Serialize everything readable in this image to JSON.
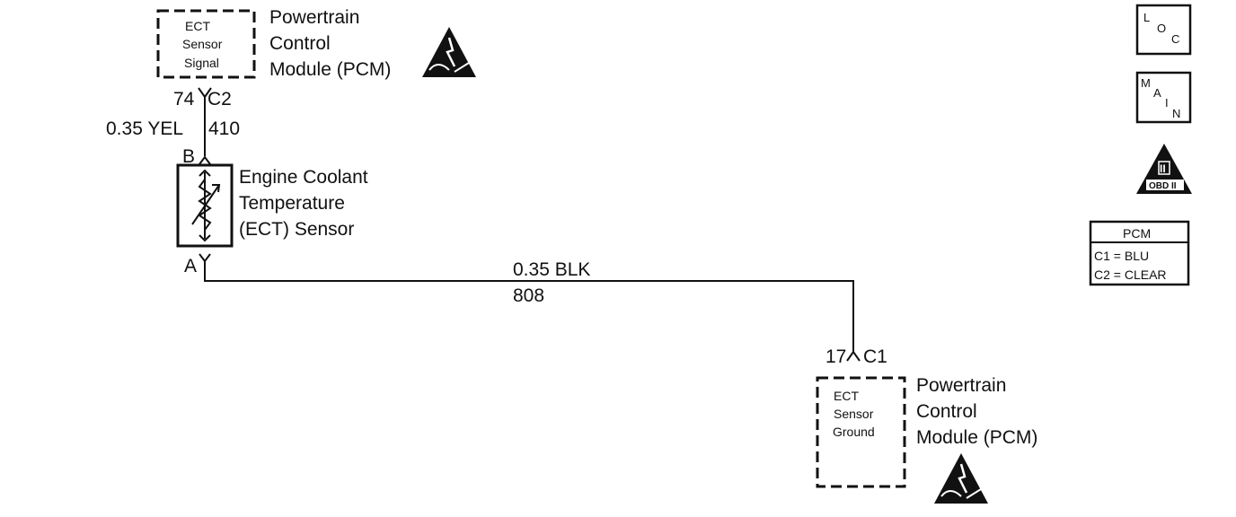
{
  "pcm_top": {
    "box_lines": [
      "ECT",
      "Sensor",
      "Signal"
    ],
    "title_lines": [
      "Powertrain",
      "Control",
      "Module (PCM)"
    ],
    "esd_icon": "esd-warning-icon"
  },
  "connector_top": {
    "pin": "74",
    "name": "C2"
  },
  "wire_top": {
    "gauge_color": "0.35 YEL",
    "circuit": "410"
  },
  "sensor": {
    "pin_top": "B",
    "pin_bottom": "A",
    "title_lines": [
      "Engine Coolant",
      "Temperature",
      "(ECT) Sensor"
    ],
    "icon": "thermistor-icon"
  },
  "wire_bottom": {
    "gauge_color": "0.35 BLK",
    "circuit": "808"
  },
  "connector_bottom": {
    "pin": "17",
    "name": "C1"
  },
  "pcm_bottom": {
    "box_lines": [
      "ECT",
      "Sensor",
      "Ground"
    ],
    "title_lines": [
      "Powertrain",
      "Control",
      "Module (PCM)"
    ],
    "esd_icon": "esd-warning-icon"
  },
  "side_icons": {
    "loc": [
      "L",
      "O",
      "C"
    ],
    "main": [
      "M",
      "A",
      "I",
      "N"
    ],
    "obd": {
      "numeral": "II",
      "label": "OBD II"
    }
  },
  "legend": {
    "title": "PCM",
    "rows": [
      "C1 = BLU",
      "C2 = CLEAR"
    ]
  },
  "colors": {
    "ink": "#111111",
    "background": "#ffffff"
  }
}
